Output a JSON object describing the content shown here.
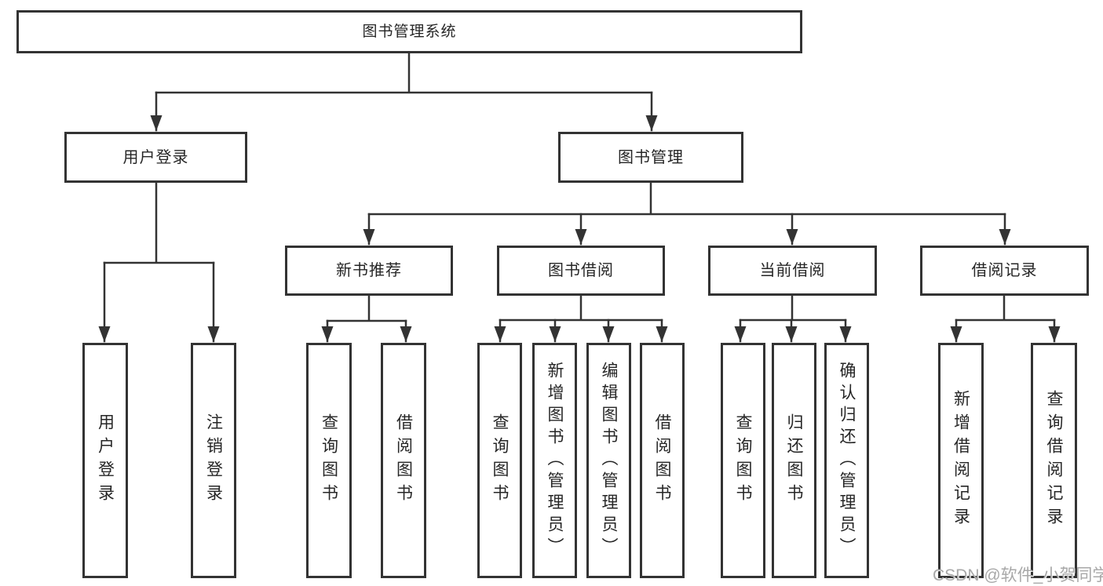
{
  "tree": {
    "label": "图书管理系统",
    "children": [
      {
        "label": "用户登录",
        "children": [
          {
            "label": "用户登录"
          },
          {
            "label": "注销登录"
          }
        ]
      },
      {
        "label": "图书管理",
        "children": [
          {
            "label": "新书推荐",
            "children": [
              {
                "label": "查询图书"
              },
              {
                "label": "借阅图书"
              }
            ]
          },
          {
            "label": "图书借阅",
            "children": [
              {
                "label": "查询图书"
              },
              {
                "label": "新增图书（管理员）"
              },
              {
                "label": "编辑图书（管理员）"
              },
              {
                "label": "借阅图书"
              }
            ]
          },
          {
            "label": "当前借阅",
            "children": [
              {
                "label": "查询图书"
              },
              {
                "label": "归还图书"
              },
              {
                "label": "确认归还（管理员）"
              }
            ]
          },
          {
            "label": "借阅记录",
            "children": [
              {
                "label": "新增借阅记录"
              },
              {
                "label": "查询借阅记录"
              }
            ]
          }
        ]
      }
    ]
  },
  "watermark": {
    "text": "CSDN @软件_小贺同学"
  },
  "colors": {
    "line": "#333333",
    "box_border": "#333333",
    "text": "#262626",
    "watermark": "#a8a8a8",
    "background": "#ffffff"
  }
}
